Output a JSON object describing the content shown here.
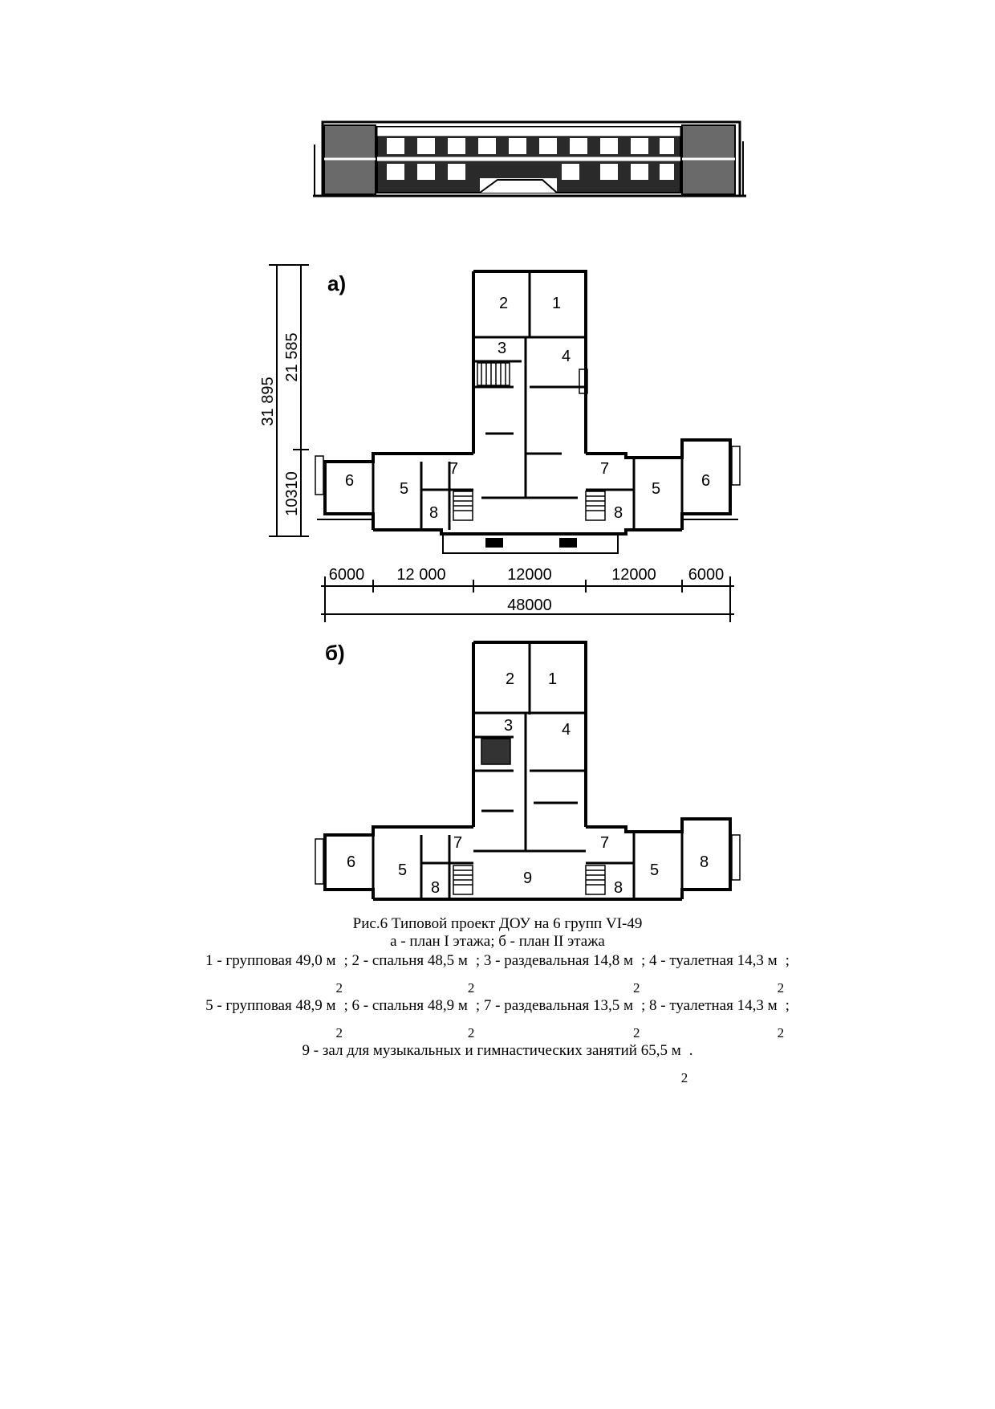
{
  "plan_labels": {
    "a": "а)",
    "b": "б)"
  },
  "dimensions": {
    "vertical_total": "31 895",
    "vertical_upper": "21 585",
    "vertical_lower": "10310",
    "horizontal": [
      "6000",
      "12 000",
      "12000",
      "12000",
      "6000"
    ],
    "horizontal_total": "48000"
  },
  "room_numbers_floor1": {
    "r2": "2",
    "r1": "1",
    "r3": "3",
    "r4": "4",
    "r6l": "6",
    "r5l": "5",
    "r7l": "7",
    "r8l": "8",
    "r7r": "7",
    "r5r": "5",
    "r6r": "6",
    "r8r": "8"
  },
  "room_numbers_floor2": {
    "r2": "2",
    "r1": "1",
    "r3": "3",
    "r4": "4",
    "r6l": "6",
    "r5l": "5",
    "r7l": "7",
    "r8l": "8",
    "r9": "9",
    "r7r": "7",
    "r5r": "5",
    "r6r": "8",
    "r8r": "8"
  },
  "caption": {
    "title": "Рис.6 Типовой проект ДОУ на 6 групп VI-49",
    "subtitle": "а - план I этажа; б - план II этажа"
  },
  "legend": {
    "line1": [
      "1 - групповая 49,0 м",
      "; 2 - спальня 48,5 м",
      "; 3 - раздевальная 14,8 м",
      "; 4 - туалетная 14,3 м",
      ";"
    ],
    "line2": [
      "5 - групповая 48,9 м",
      "; 6 - спальня 48,9 м",
      "; 7 - раздевальная 13,5 м",
      "; 8 - туалетная 14,3 м",
      ";"
    ],
    "line3": [
      "9 - зал для музыкальных и гимнастических занятий 65,5 м",
      "."
    ],
    "exponent": "2"
  }
}
